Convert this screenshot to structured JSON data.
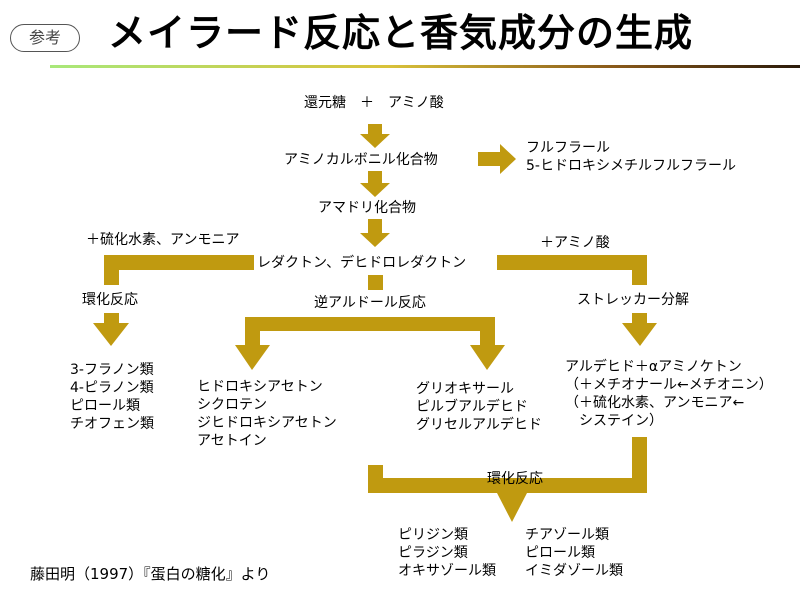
{
  "header": {
    "tag": "参考",
    "title": "メイラード反応と香気成分の生成"
  },
  "colors": {
    "arrow": "#c09a10",
    "rule_start": "#a8e87a",
    "rule_end": "#2a1a0a"
  },
  "flow": {
    "start": "還元糖　＋　アミノ酸",
    "step1": "アミノカルボニル化合物",
    "side1": [
      "フルフラール",
      "5-ヒドロキシメチルフルフラール"
    ],
    "step2": "アマドリ化合物",
    "step3": "レダクトン、デヒドロレダクトン",
    "left_branch_reagent": "＋硫化水素、アンモニア",
    "right_branch_reagent": "＋アミノ酸",
    "left_reaction": "環化反応",
    "center_reaction": "逆アルドール反応",
    "right_reaction": "ストレッカー分解",
    "left_products": [
      "3-フラノン類",
      "4-ピラノン類",
      "ピロール類",
      "チオフェン類"
    ],
    "center_left_products": [
      "ヒドロキシアセトン",
      "シクロテン",
      "ジヒドロキシアセトン",
      "アセトイン"
    ],
    "center_right_products": [
      "グリオキサール",
      "ピルブアルデヒド",
      "グリセルアルデヒド"
    ],
    "right_products": [
      "アルデヒド＋αアミノケトン",
      "（＋メチオナール←メチオニン）",
      "（＋硫化水素、アンモニア←",
      "　システイン）"
    ],
    "bottom_reaction": "環化反応",
    "bottom_products_left": [
      "ピリジン類",
      "ピラジン類",
      "オキサゾール類"
    ],
    "bottom_products_right": [
      "チアゾール類",
      "ピロール類",
      "イミダゾール類"
    ]
  },
  "citation": "藤田明（1997）『蛋白の糖化』より"
}
